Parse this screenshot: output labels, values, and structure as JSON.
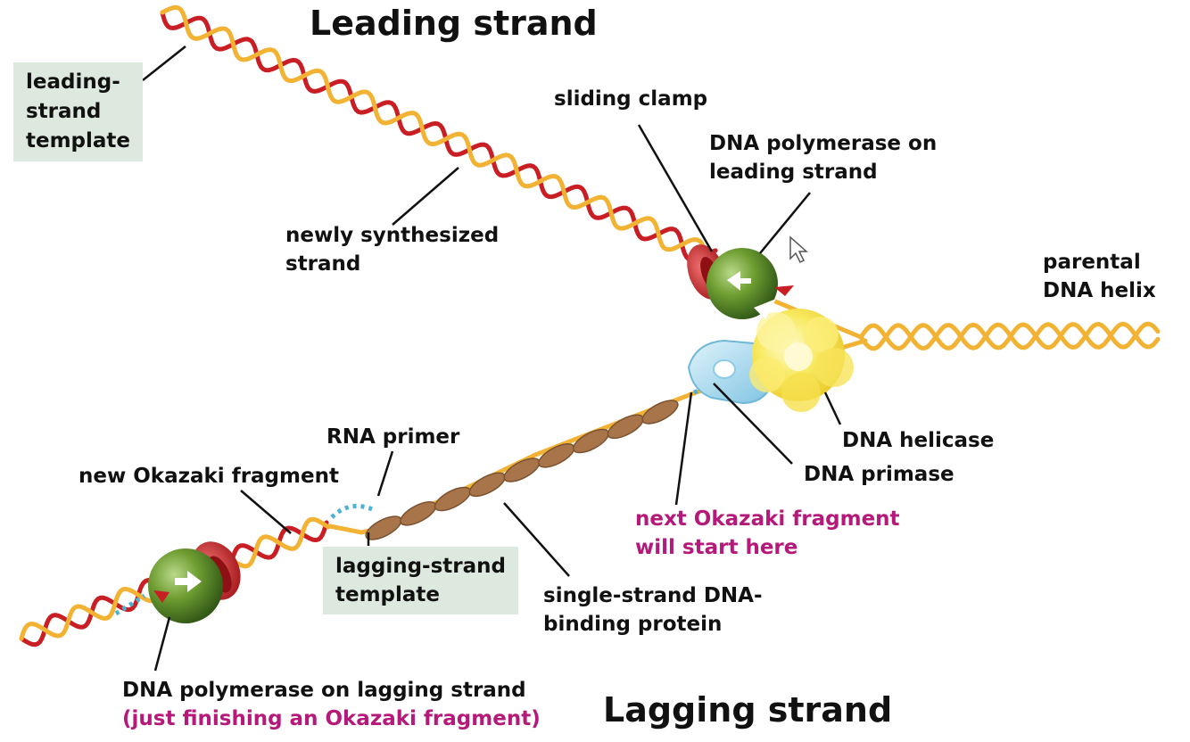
{
  "titles": {
    "leading": "Leading strand",
    "lagging": "Lagging strand"
  },
  "labels": {
    "leading_strand_template": [
      "leading-",
      "strand",
      "template"
    ],
    "newly_synthesized_strand": [
      "newly synthesized",
      "strand"
    ],
    "sliding_clamp": "sliding clamp",
    "polymerase_leading": [
      "DNA polymerase on",
      "leading strand"
    ],
    "parental_helix": [
      "parental",
      "DNA helix"
    ],
    "helicase": "DNA helicase",
    "primase": "DNA primase",
    "next_okazaki": [
      "next Okazaki fragment",
      "will start here"
    ],
    "ssb": [
      "single-strand DNA-",
      "binding protein"
    ],
    "lagging_strand_template": [
      "lagging-strand",
      "template"
    ],
    "rna_primer": "RNA primer",
    "new_okazaki": "new Okazaki fragment",
    "polymerase_lagging": "DNA polymerase on lagging strand",
    "polymerase_lagging_note": "(just finishing an Okazaki fragment)"
  },
  "colors": {
    "template_strand": "#f2b233",
    "new_strand": "#c81e24",
    "polymerase": "#5e8f2b",
    "clamp": "#d32127",
    "helicase": "#f6e34a",
    "primase": "#9fd3ec",
    "ssb_protein": "#a8754a",
    "rna_primer": "#4bb3d1",
    "label_box": "#dde9df",
    "highlight_text": "#b5197a"
  }
}
